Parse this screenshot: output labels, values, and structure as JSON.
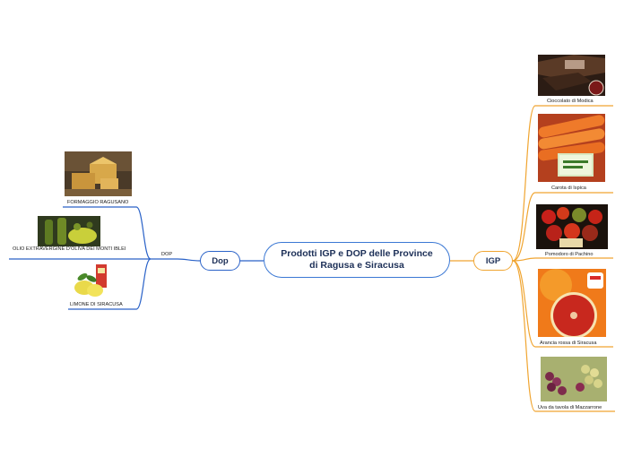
{
  "central": {
    "line1": "Prodotti IGP e DOP delle Province",
    "line2": "di Ragusa e Siracusa"
  },
  "left_branch": {
    "node_label": "Dop",
    "connector_label": "DOP",
    "color": "#2a62c8",
    "items": [
      {
        "label": "FORMAGGIO RAGUSANO",
        "image": "cheese-image"
      },
      {
        "label": "OLIO EXTRAVERGINE D'OLIVA DEI MONTI IBLEI",
        "image": "olive-oil-image"
      },
      {
        "label": "LIMONE DI SIRACUSA",
        "image": "lemon-image"
      }
    ]
  },
  "right_branch": {
    "node_label": "IGP",
    "color": "#f0a531",
    "items": [
      {
        "label": "Cioccolato di Modica",
        "image": "chocolate-image"
      },
      {
        "label": "Carota di Ispica",
        "image": "carrot-image"
      },
      {
        "label": "Pomodoro di Pachino",
        "image": "tomato-image"
      },
      {
        "label": "Arancia rossa di Siracusa",
        "image": "orange-image"
      },
      {
        "label": "Uva da tavola di Mazzarrone",
        "image": "grape-image"
      }
    ]
  },
  "colors": {
    "central_border": "#3b78d4",
    "text": "#1c2f57"
  }
}
